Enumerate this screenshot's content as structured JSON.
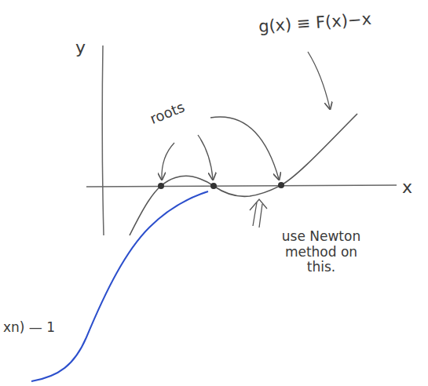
{
  "diagram": {
    "labels": [
      "y",
      "x",
      "roots",
      "g(x) ≡ F(x)−x",
      "use Newton method on this.",
      "xn) — 1"
    ]
  }
}
